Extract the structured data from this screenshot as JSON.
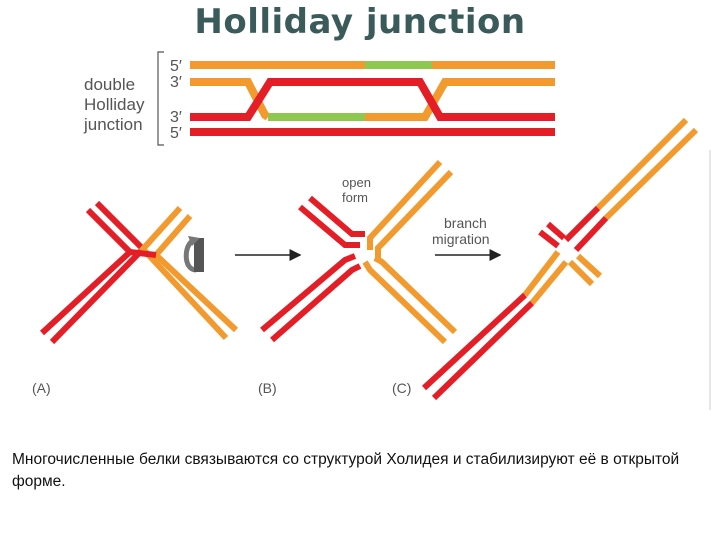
{
  "title": "Holliday junction",
  "double_junction": {
    "label_lines": [
      "double",
      "Holliday",
      "junction"
    ],
    "end_labels": [
      "5′",
      "3′",
      "3′",
      "5′"
    ]
  },
  "panels": {
    "a_label": "(A)",
    "b_label": "(B)",
    "c_label": "(C)",
    "open_form_lines": [
      "open",
      "form"
    ],
    "branch_migration_lines": [
      "branch",
      "migration"
    ]
  },
  "caption": "Многочисленные белки связываются со структурой Холидея и стабилизируют её в открытой форме.",
  "colors": {
    "red": "#e41e26",
    "orange": "#f39a2e",
    "green": "#8dc94e",
    "label_gray": "#555555",
    "title": "#3b5a5a"
  }
}
